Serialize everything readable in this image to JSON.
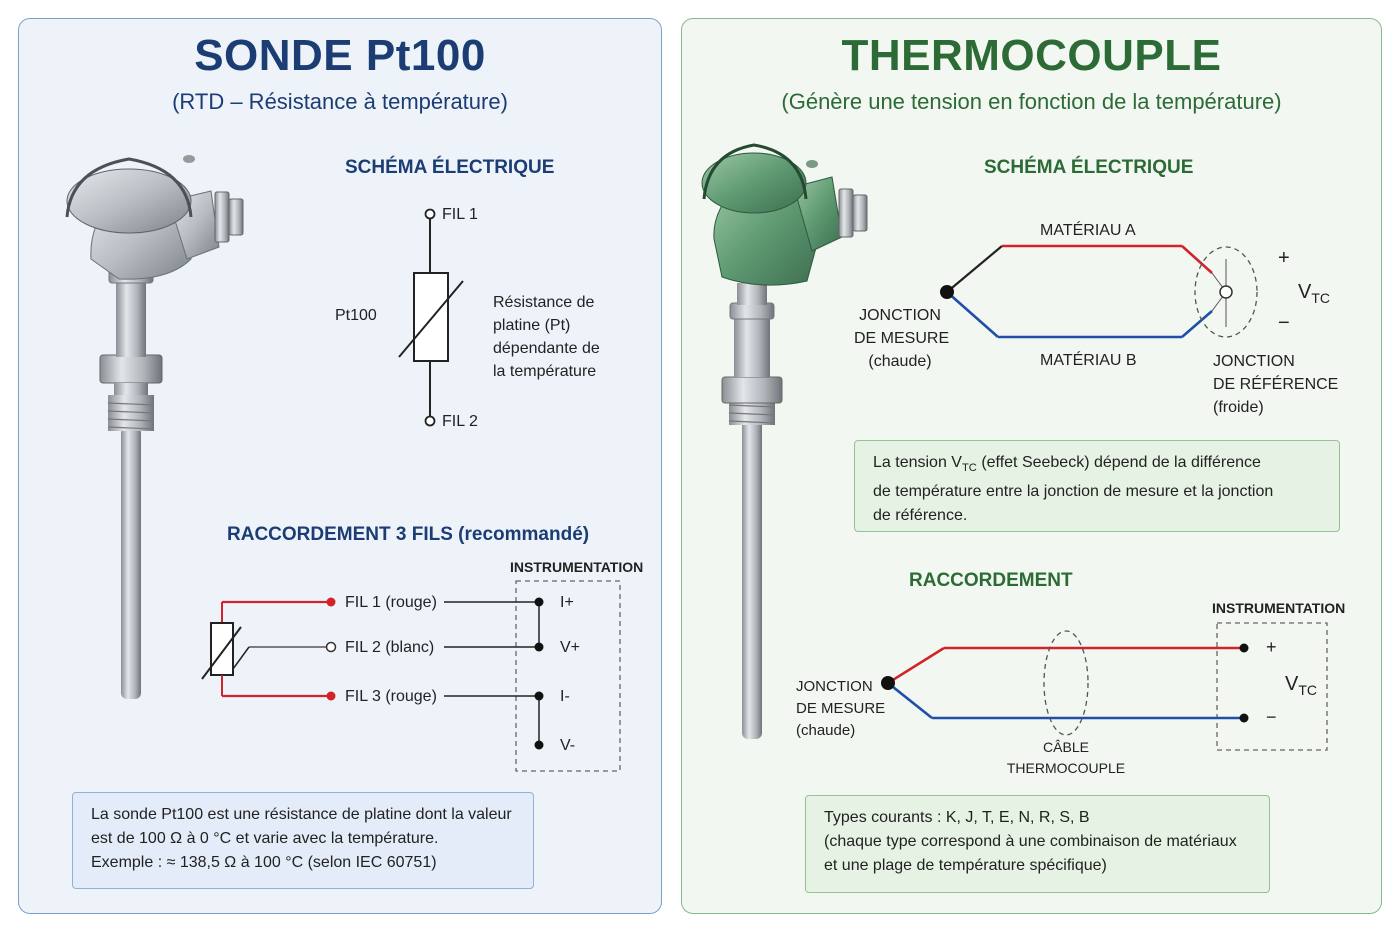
{
  "left": {
    "title": "SONDE Pt100",
    "subtitle": "(RTD – Résistance à température)",
    "schema_title": "SCHÉMA ÉLECTRIQUE",
    "fil1": "FIL 1",
    "fil2": "FIL 2",
    "pt100_label": "Pt100",
    "resistance_desc": [
      "Résistance de",
      "platine (Pt)",
      "dépendante de",
      "la température"
    ],
    "connection_title": "RACCORDEMENT 3 FILS (recommandé)",
    "instrumentation": "INSTRUMENTATION",
    "wires": [
      "FIL 1 (rouge)",
      "FIL 2 (blanc)",
      "FIL 3 (rouge)"
    ],
    "terminals": [
      "I+",
      "V+",
      "I-",
      "V-"
    ],
    "note": [
      "La sonde Pt100 est une résistance de platine dont la valeur",
      "est de 100 Ω à 0 °C et varie avec la température.",
      "Exemple : ≈ 138,5 Ω à 100 °C (selon IEC 60751)"
    ]
  },
  "right": {
    "title": "THERMOCOUPLE",
    "subtitle": "(Génère une tension en fonction de la température)",
    "schema_title": "SCHÉMA ÉLECTRIQUE",
    "material_a": "MATÉRIAU A",
    "material_b": "MATÉRIAU B",
    "measure_junction": [
      "JONCTION",
      "DE MESURE",
      "(chaude)"
    ],
    "reference_junction": [
      "JONCTION",
      "DE RÉFÉRENCE",
      "(froide)"
    ],
    "plus": "+",
    "minus": "−",
    "v_main": "V",
    "v_sub": "TC",
    "seebeck_note": {
      "line1_a": "La tension V",
      "line1_sub": "TC",
      "line1_b": " (effet Seebeck) dépend de la différence",
      "line2": "de température entre la jonction de mesure et la jonction",
      "line3": "de référence."
    },
    "connection_title": "RACCORDEMENT",
    "instrumentation": "INSTRUMENTATION",
    "measure_junction_2": [
      "JONCTION",
      "DE MESURE",
      "(chaude)"
    ],
    "cable_label": [
      "CÂBLE",
      "THERMOCOUPLE"
    ],
    "types_note": [
      "Types courants : K, J, T, E, N, R, S, B",
      "(chaque type correspond à une combinaison de matériaux",
      "et une plage de température spécifique)"
    ]
  },
  "colors": {
    "left_accent": "#1b3d74",
    "right_accent": "#2c6b36",
    "wire_red": "#d2232a",
    "wire_blue": "#1f4fa8",
    "rtd_head": "#b9bec4",
    "tc_head": "#5e9a72"
  }
}
